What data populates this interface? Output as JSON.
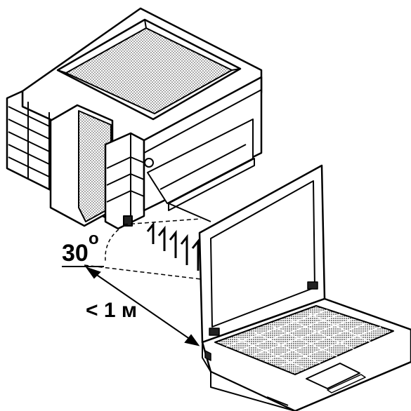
{
  "diagram": {
    "angle_label": "30",
    "angle_degree_symbol": "o",
    "distance_label": "< 1 м"
  },
  "colors": {
    "line": "#000000",
    "background": "#ffffff",
    "halftone": "#555555"
  }
}
